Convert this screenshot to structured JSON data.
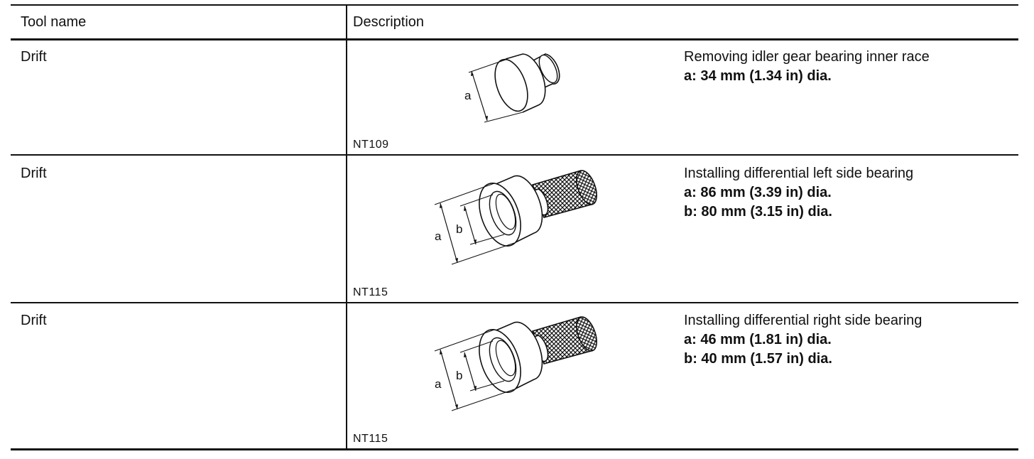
{
  "table": {
    "header": {
      "tool_name": "Tool name",
      "description": "Description"
    },
    "rows": [
      {
        "tool": "Drift",
        "code": "NT109",
        "labels": [
          "a"
        ],
        "lines": [
          "Removing idler gear bearing inner race",
          "a: 34 mm (1.34 in) dia."
        ]
      },
      {
        "tool": "Drift",
        "code": "NT115",
        "labels": [
          "a",
          "b"
        ],
        "lines": [
          "Installing differential left side bearing",
          "a: 86 mm (3.39 in) dia.",
          "b: 80 mm (3.15 in) dia."
        ]
      },
      {
        "tool": "Drift",
        "code": "NT115",
        "labels": [
          "a",
          "b"
        ],
        "lines": [
          "Installing differential right side bearing",
          "a: 46 mm (1.81 in) dia.",
          "b: 40 mm (1.57 in) dia."
        ]
      }
    ]
  }
}
